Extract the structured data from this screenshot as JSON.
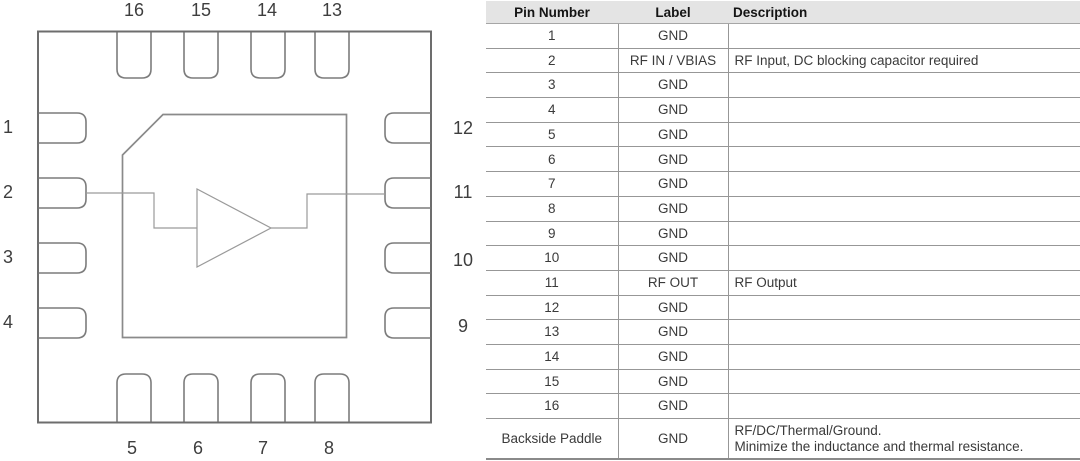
{
  "diagram": {
    "top_pins": [
      "16",
      "15",
      "14",
      "13"
    ],
    "left_pins": [
      "1",
      "2",
      "3",
      "4"
    ],
    "right_pins": [
      "12",
      "11",
      "10",
      "9"
    ],
    "bottom_pins": [
      "5",
      "6",
      "7",
      "8"
    ]
  },
  "table": {
    "columns": [
      "Pin Number",
      "Label",
      "Description"
    ],
    "rows": [
      {
        "pin": "1",
        "label": "GND",
        "description": ""
      },
      {
        "pin": "2",
        "label": "RF IN / VBIAS",
        "description": "RF Input, DC blocking capacitor required"
      },
      {
        "pin": "3",
        "label": "GND",
        "description": ""
      },
      {
        "pin": "4",
        "label": "GND",
        "description": ""
      },
      {
        "pin": "5",
        "label": "GND",
        "description": ""
      },
      {
        "pin": "6",
        "label": "GND",
        "description": ""
      },
      {
        "pin": "7",
        "label": "GND",
        "description": ""
      },
      {
        "pin": "8",
        "label": "GND",
        "description": ""
      },
      {
        "pin": "9",
        "label": "GND",
        "description": ""
      },
      {
        "pin": "10",
        "label": "GND",
        "description": ""
      },
      {
        "pin": "11",
        "label": "RF OUT",
        "description": "RF Output"
      },
      {
        "pin": "12",
        "label": "GND",
        "description": ""
      },
      {
        "pin": "13",
        "label": "GND",
        "description": ""
      },
      {
        "pin": "14",
        "label": "GND",
        "description": ""
      },
      {
        "pin": "15",
        "label": "GND",
        "description": ""
      },
      {
        "pin": "16",
        "label": "GND",
        "description": ""
      },
      {
        "pin": "Backside Paddle",
        "label": "GND",
        "description": "RF/DC/Thermal/Ground.\nMinimize the inductance and thermal resistance."
      }
    ]
  },
  "colors": {
    "header_background": "#e4e4e4",
    "grid_line": "#979797",
    "package_outline": "#6d6d6d",
    "die_outline": "#8a8a8a",
    "trace": "#9a9a9a",
    "label_text": "#3e3e3e",
    "table_text": "#3a3a3a"
  }
}
